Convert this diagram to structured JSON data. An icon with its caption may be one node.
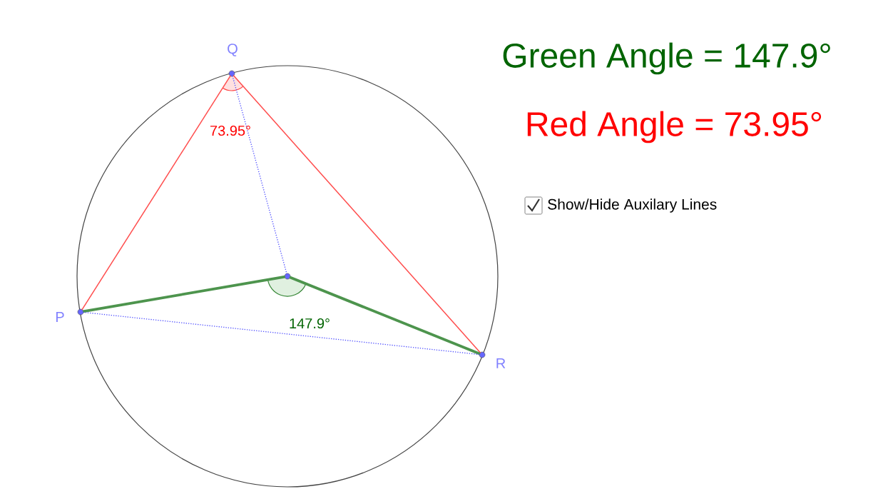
{
  "diagram": {
    "nodes": [
      {
        "text": [],
        "shape": "circle",
        "beside": [
          "Q"
        ]
      },
      {
        "text": [],
        "shape": "circle",
        "beside": [
          "P"
        ]
      },
      {
        "text": [],
        "shape": "circle",
        "beside": [
          "R"
        ]
      },
      {
        "text": [],
        "shape": "circle"
      }
    ],
    "edges": [
      {
        "from": 0,
        "to": 1,
        "arrow": "none",
        "color": "#ff4d4d"
      },
      {
        "from": 0,
        "to": 2,
        "arrow": "none",
        "color": "#ff4d4d"
      },
      {
        "from": 1,
        "to": 3,
        "arrow": "none",
        "style": "thick",
        "color": "#4d944d"
      },
      {
        "from": 3,
        "to": 2,
        "arrow": "none",
        "style": "thick",
        "color": "#4d944d"
      },
      {
        "from": 0,
        "to": 3,
        "arrow": "none",
        "style": "dashed",
        "color": "#4d4dff"
      },
      {
        "from": 1,
        "to": 2,
        "arrow": "none",
        "style": "dashed",
        "color": "#4d4dff"
      }
    ],
    "labels": [
      "Green Angle = 147.9°",
      "Red Angle = 73.95°",
      "73.95°",
      "147.9°",
      "Show/Hide Auxilary Lines"
    ]
  }
}
